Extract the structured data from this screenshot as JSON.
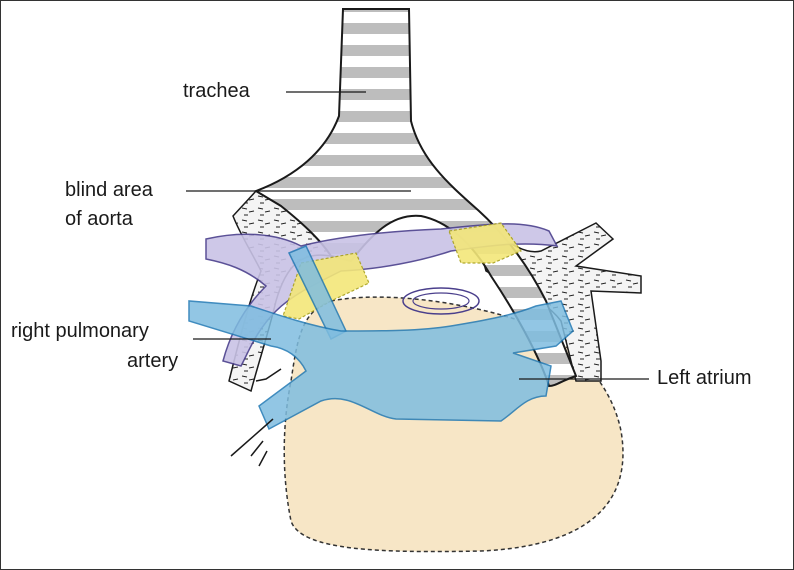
{
  "labels": {
    "trachea": "trachea",
    "blind_area_line1": "blind area",
    "blind_area_line2": "of aorta",
    "rpa_line1": "right pulmonary",
    "rpa_line2": "artery",
    "left_atrium": "Left atrium"
  },
  "colors": {
    "trachea_fill": "#bdbdbd",
    "bronchus_fill": "#f2f2f2",
    "aorta_fill": "#c9c3e6",
    "aorta_stroke": "#4a3f8c",
    "blind_area_fill": "#f3e77a",
    "pulmonary_artery_fill": "#7fbde0",
    "pulmonary_artery_stroke": "#1f78b4",
    "left_atrium_fill": "#f7e6c6",
    "outline": "#1a1a1a"
  }
}
